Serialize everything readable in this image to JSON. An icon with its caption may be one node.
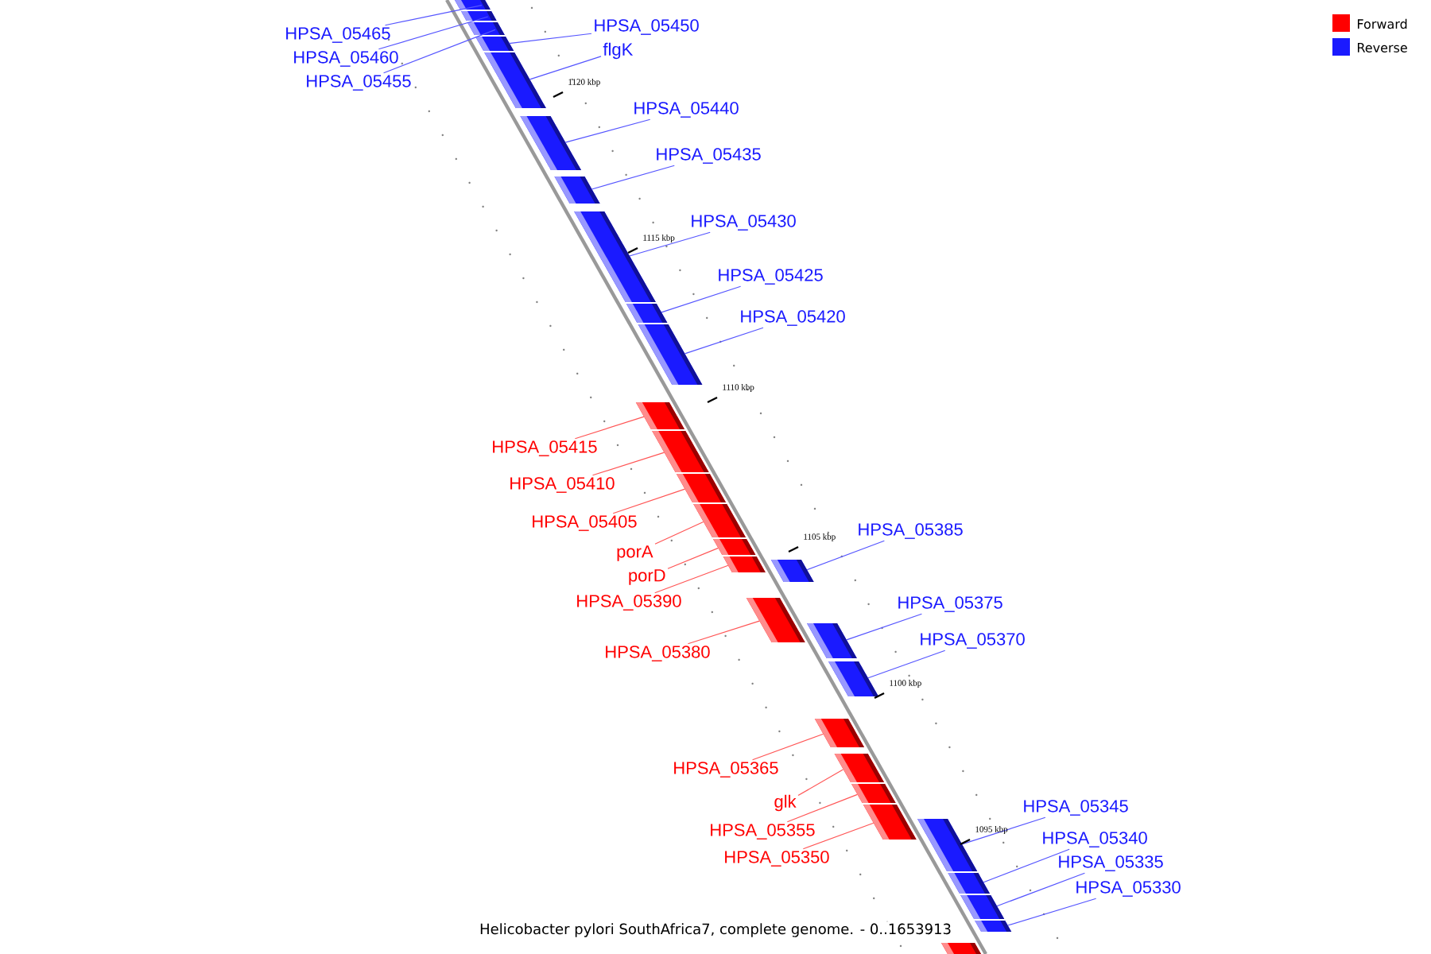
{
  "diagram": {
    "caption": "Helicobacter pylori SouthAfrica7, complete genome. - 0..1653913",
    "nodes": [
      {
        "text": [
          "HPSA_05465"
        ]
      },
      {
        "text": [],
        "shape": "bar"
      },
      {
        "text": [
          "HPSA_05460"
        ]
      },
      {
        "text": [],
        "shape": "bar"
      },
      {
        "text": [
          "HPSA_05455"
        ]
      },
      {
        "text": [],
        "shape": "bar"
      },
      {
        "text": [
          "HPSA_05450"
        ]
      },
      {
        "text": [],
        "shape": "bar"
      },
      {
        "text": [
          "flgK"
        ]
      },
      {
        "text": [],
        "shape": "bar"
      },
      {
        "text": [
          "HPSA_05440"
        ]
      },
      {
        "text": [],
        "shape": "bar"
      },
      {
        "text": [
          "HPSA_05435"
        ]
      },
      {
        "text": [],
        "shape": "bar"
      },
      {
        "text": [
          "HPSA_05430"
        ]
      },
      {
        "text": [],
        "shape": "bar"
      },
      {
        "text": [
          "HPSA_05425"
        ]
      },
      {
        "text": [],
        "shape": "bar"
      },
      {
        "text": [
          "HPSA_05420"
        ]
      },
      {
        "text": [],
        "shape": "bar"
      },
      {
        "text": [
          "HPSA_05415"
        ]
      },
      {
        "text": [],
        "shape": "bar"
      },
      {
        "text": [
          "HPSA_05410"
        ]
      },
      {
        "text": [],
        "shape": "bar"
      },
      {
        "text": [
          "HPSA_05405"
        ]
      },
      {
        "text": [],
        "shape": "bar"
      },
      {
        "text": [
          "porA"
        ]
      },
      {
        "text": [],
        "shape": "bar"
      },
      {
        "text": [
          "porD"
        ]
      },
      {
        "text": [],
        "shape": "bar"
      },
      {
        "text": [
          "HPSA_05390"
        ]
      },
      {
        "text": [],
        "shape": "bar"
      },
      {
        "text": [
          "HPSA_05385"
        ]
      },
      {
        "text": [],
        "shape": "bar"
      },
      {
        "text": [
          "HPSA_05380"
        ]
      },
      {
        "text": [],
        "shape": "bar"
      },
      {
        "text": [
          "HPSA_05375"
        ]
      },
      {
        "text": [],
        "shape": "bar"
      },
      {
        "text": [
          "HPSA_05370"
        ]
      },
      {
        "text": [],
        "shape": "bar"
      },
      {
        "text": [
          "HPSA_05365"
        ]
      },
      {
        "text": [],
        "shape": "bar"
      },
      {
        "text": [
          "glk"
        ]
      },
      {
        "text": [],
        "shape": "bar"
      },
      {
        "text": [
          "HPSA_05355"
        ]
      },
      {
        "text": [],
        "shape": "bar"
      },
      {
        "text": [
          "HPSA_05350"
        ]
      },
      {
        "text": [],
        "shape": "bar"
      },
      {
        "text": [
          "HPSA_05345"
        ]
      },
      {
        "text": [],
        "shape": "bar"
      },
      {
        "text": [
          "HPSA_05340"
        ]
      },
      {
        "text": [],
        "shape": "bar"
      },
      {
        "text": [
          "HPSA_05335"
        ]
      },
      {
        "text": [],
        "shape": "bar"
      },
      {
        "text": [
          "HPSA_05330"
        ]
      },
      {
        "text": [],
        "shape": "bar"
      },
      {
        "text": [],
        "shape": "bar"
      }
    ],
    "edges": [
      {
        "from": 0,
        "to": 1,
        "arrow": "none"
      },
      {
        "from": 2,
        "to": 3,
        "arrow": "none"
      },
      {
        "from": 4,
        "to": 5,
        "arrow": "none"
      },
      {
        "from": 6,
        "to": 7,
        "arrow": "none"
      },
      {
        "from": 8,
        "to": 9,
        "arrow": "none"
      },
      {
        "from": 10,
        "to": 11,
        "arrow": "none"
      },
      {
        "from": 12,
        "to": 13,
        "arrow": "none"
      },
      {
        "from": 14,
        "to": 15,
        "arrow": "none"
      },
      {
        "from": 16,
        "to": 17,
        "arrow": "none"
      },
      {
        "from": 18,
        "to": 19,
        "arrow": "none"
      },
      {
        "from": 20,
        "to": 21,
        "arrow": "none",
        "color": "#ff5555"
      },
      {
        "from": 22,
        "to": 23,
        "arrow": "none",
        "color": "#ff5555"
      },
      {
        "from": 24,
        "to": 25,
        "arrow": "none",
        "color": "#ff5555"
      },
      {
        "from": 26,
        "to": 27,
        "arrow": "none",
        "color": "#ff5555"
      },
      {
        "from": 28,
        "to": 29,
        "arrow": "none",
        "color": "#ff5555"
      },
      {
        "from": 30,
        "to": 31,
        "arrow": "none",
        "color": "#ff5555"
      },
      {
        "from": 32,
        "to": 33,
        "arrow": "none"
      },
      {
        "from": 34,
        "to": 35,
        "arrow": "none",
        "color": "#ff5555"
      },
      {
        "from": 36,
        "to": 37,
        "arrow": "none"
      },
      {
        "from": 38,
        "to": 39,
        "arrow": "none"
      },
      {
        "from": 40,
        "to": 41,
        "arrow": "none",
        "color": "#ff5555"
      },
      {
        "from": 42,
        "to": 43,
        "arrow": "none",
        "color": "#ff5555"
      },
      {
        "from": 44,
        "to": 45,
        "arrow": "none",
        "color": "#ff5555"
      },
      {
        "from": 46,
        "to": 47,
        "arrow": "none",
        "color": "#ff5555"
      },
      {
        "from": 48,
        "to": 49,
        "arrow": "none"
      },
      {
        "from": 50,
        "to": 51,
        "arrow": "none"
      },
      {
        "from": 52,
        "to": 53,
        "arrow": "none"
      },
      {
        "from": 54,
        "to": 55,
        "arrow": "none"
      }
    ],
    "labels": [
      "1120 kbp",
      "1115 kbp",
      "1110 kbp",
      "1105 kbp",
      "1100 kbp",
      "1095 kbp"
    ],
    "legend": [
      {
        "text": "Forward",
        "color": "#ff0000"
      },
      {
        "text": "Reverse",
        "color": "#1a1aff"
      }
    ]
  }
}
